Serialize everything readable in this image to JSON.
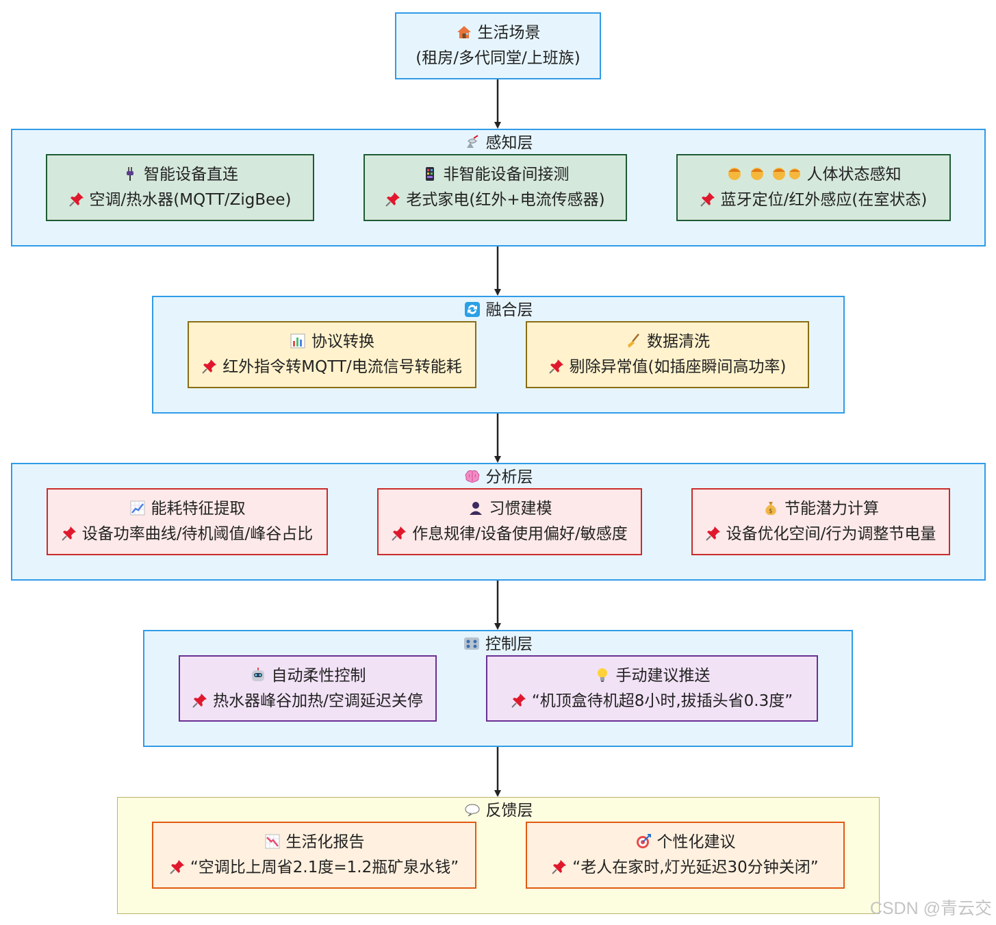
{
  "top": {
    "icon": "house-icon",
    "title": "生活场景",
    "subtitle": "(租房/多代同堂/上班族)"
  },
  "lanes": [
    {
      "title": "感知层",
      "icon": "satellite-antenna-icon",
      "nodes": [
        {
          "icon": "plug-icon",
          "title": "智能设备直连",
          "text": "空调/热水器(MQTT/ZigBee)"
        },
        {
          "icon": "remote-control-icon",
          "title": "非智能设备间接测",
          "text": "老式家电(红外+电流传感器)"
        },
        {
          "icon": "people-icon",
          "title": "人体状态感知",
          "text": "蓝牙定位/红外感应(在室状态)"
        }
      ]
    },
    {
      "title": "融合层",
      "icon": "sync-arrows-icon",
      "nodes": [
        {
          "icon": "bar-chart-icon",
          "title": "协议转换",
          "text": "红外指令转MQTT/电流信号转能耗"
        },
        {
          "icon": "broom-icon",
          "title": "数据清洗",
          "text": "剔除异常值(如插座瞬间高功率)"
        }
      ]
    },
    {
      "title": "分析层",
      "icon": "brain-icon",
      "nodes": [
        {
          "icon": "trend-chart-icon",
          "title": "能耗特征提取",
          "text": "设备功率曲线/待机阈值/峰谷占比"
        },
        {
          "icon": "person-icon",
          "title": "习惯建模",
          "text": "作息规律/设备使用偏好/敏感度"
        },
        {
          "icon": "money-bag-icon",
          "title": "节能潜力计算",
          "text": "设备优化空间/行为调整节电量"
        }
      ]
    },
    {
      "title": "控制层",
      "icon": "control-panel-icon",
      "nodes": [
        {
          "icon": "robot-icon",
          "title": "自动柔性控制",
          "text": "热水器峰谷加热/空调延迟关停"
        },
        {
          "icon": "lightbulb-icon",
          "title": "手动建议推送",
          "text": "“机顶盒待机超8小时,拔插头省0.3度”"
        }
      ]
    },
    {
      "title": "反馈层",
      "icon": "speech-bubble-icon",
      "nodes": [
        {
          "icon": "down-chart-icon",
          "title": "生活化报告",
          "text": "“空调比上周省2.1度=1.2瓶矿泉水钱”"
        },
        {
          "icon": "target-icon",
          "title": "个性化建议",
          "text": "“老人在家时,灯光延迟30分钟关闭”"
        }
      ]
    }
  ],
  "colors": {
    "lane_fill": "#e6f5fd",
    "lane_border": "#2f9be8",
    "feedback_fill": "#fdfde0",
    "pin": "#e0182d"
  },
  "watermark": "CSDN @青云交"
}
